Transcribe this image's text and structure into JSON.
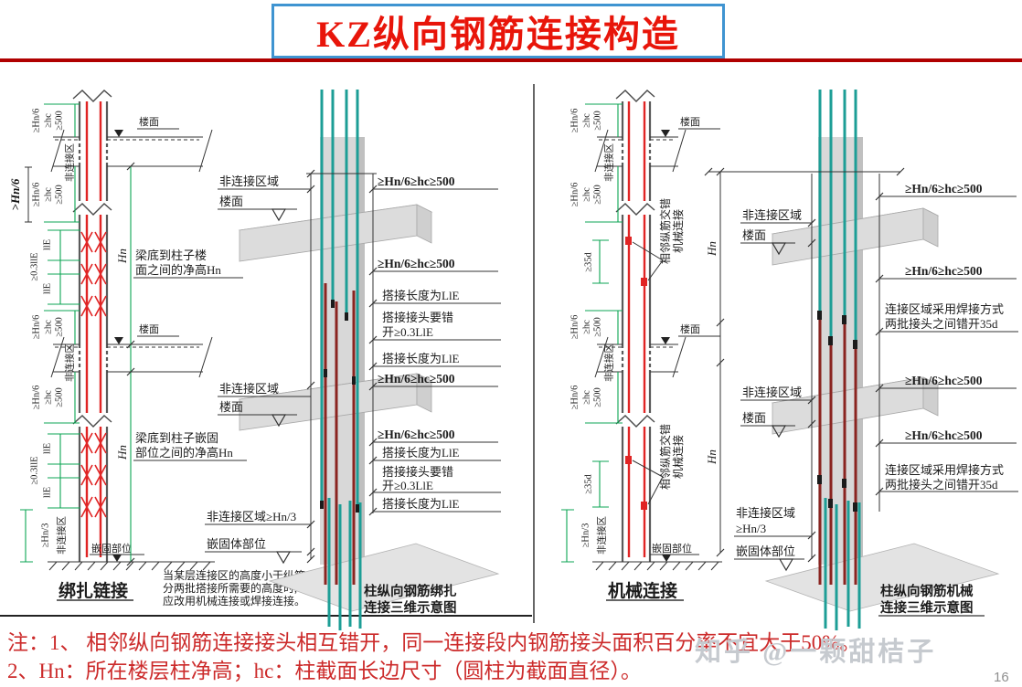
{
  "title": "KZ纵向钢筋连接构造",
  "footer": {
    "note_line1": "注：1、 相邻纵向钢筋连接接头相互错开，同一连接段内钢筋接头面积百分率不宜大于50%。",
    "note_line2": "2、Hn：所在楼层柱净高；hc：柱截面长边尺寸（圆柱为截面直径）。",
    "watermark": "知乎 @一颗甜桔子",
    "page_number": "16"
  },
  "shared": {
    "dim_hn6": "≥Hn/6",
    "dim_hc": "≥hc",
    "dim_500": "≥500",
    "dim_hn3": "≥Hn/3",
    "dim_combo": "≥Hn/6≥hc≥500",
    "hn": "Hn",
    "floor": "楼面",
    "non_connect": "非连接区",
    "non_connect_area": "非连接区域",
    "non_connect_area_hn3": "非连接区域≥Hn/3",
    "embed_part": "嵌固部位",
    "embed_body": "嵌固体部位"
  },
  "lap2d": {
    "caption": "绑扎链接",
    "gt_hn6": ">Hn/6",
    "lap_lle": "llE",
    "lap_03lle": "≥0.3llE",
    "clear_floor_1": "梁底到柱子楼",
    "clear_floor_2": "面之间的净高Hn",
    "clear_embed_1": "梁底到柱子嵌固",
    "clear_embed_2": "部位之间的净高Hn",
    "note_1": "当某层连接区的高度小于纵筋",
    "note_2": "分两批搭接所需要的高度时,",
    "note_3": "应改用机械连接或焊接连接。"
  },
  "lap3d": {
    "caption_1": "柱纵向钢筋绑扎",
    "caption_2": "连接三维示意图",
    "lap_length": "搭接长度为LlE",
    "stagger_1": "搭接接头要错",
    "stagger_2": "开≥0.3LlE"
  },
  "mech2d": {
    "caption": "机械连接",
    "d35": "≥35d",
    "adjacent_1": "相邻纵筋交错",
    "adjacent_2": "机械连接"
  },
  "mech3d": {
    "caption_1": "柱纵向钢筋机械",
    "caption_2": "连接三维示意图",
    "weld_1": "连接区域采用焊接方式",
    "weld_2": "两批接头之间错开35d"
  }
}
